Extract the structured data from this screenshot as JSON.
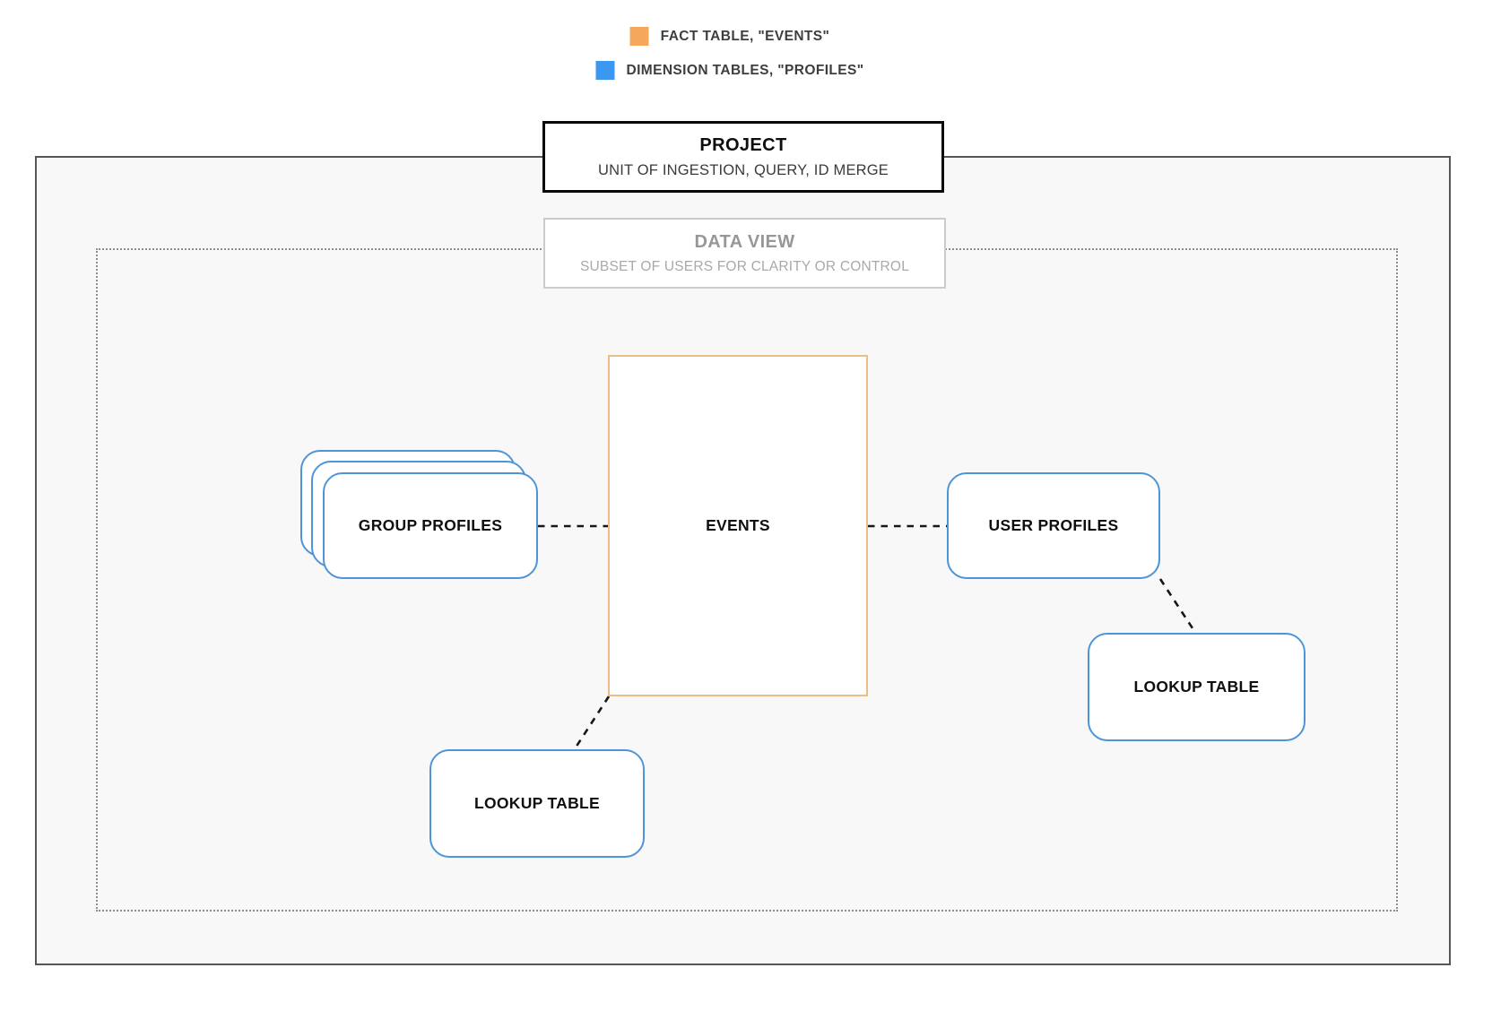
{
  "legend": {
    "items": [
      {
        "label": "FACT TABLE, \"EVENTS\"",
        "color": "#F5A85C",
        "swatch_style": "background:#F5A85C"
      },
      {
        "label": "DIMENSION TABLES, \"PROFILES\"",
        "color": "#3B97EF",
        "swatch_style": "background:#3B97EF"
      }
    ]
  },
  "project": {
    "title": "PROJECT",
    "subtitle": "UNIT OF INGESTION, QUERY, ID MERGE"
  },
  "data_view": {
    "title": "DATA VIEW",
    "subtitle": "SUBSET OF USERS FOR CLARITY OR CONTROL"
  },
  "nodes": {
    "events": {
      "label": "EVENTS",
      "type": "fact-table",
      "border_color": "#EBBE84"
    },
    "group_profiles": {
      "label": "GROUP PROFILES",
      "type": "dimension-table-stack",
      "border_color": "#4E94D8"
    },
    "user_profiles": {
      "label": "USER PROFILES",
      "type": "dimension-table",
      "border_color": "#4E94D8"
    },
    "lookup_table_left": {
      "label": "LOOKUP TABLE",
      "type": "dimension-table",
      "border_color": "#4E94D8"
    },
    "lookup_table_right": {
      "label": "LOOKUP TABLE",
      "type": "dimension-table",
      "border_color": "#4E94D8"
    }
  },
  "connections": [
    {
      "from": "group_profiles",
      "to": "events",
      "style": "dashed"
    },
    {
      "from": "events",
      "to": "user_profiles",
      "style": "dashed"
    },
    {
      "from": "user_profiles",
      "to": "lookup_table_right",
      "style": "dashed"
    },
    {
      "from": "events",
      "to": "lookup_table_left",
      "style": "dashed"
    }
  ]
}
